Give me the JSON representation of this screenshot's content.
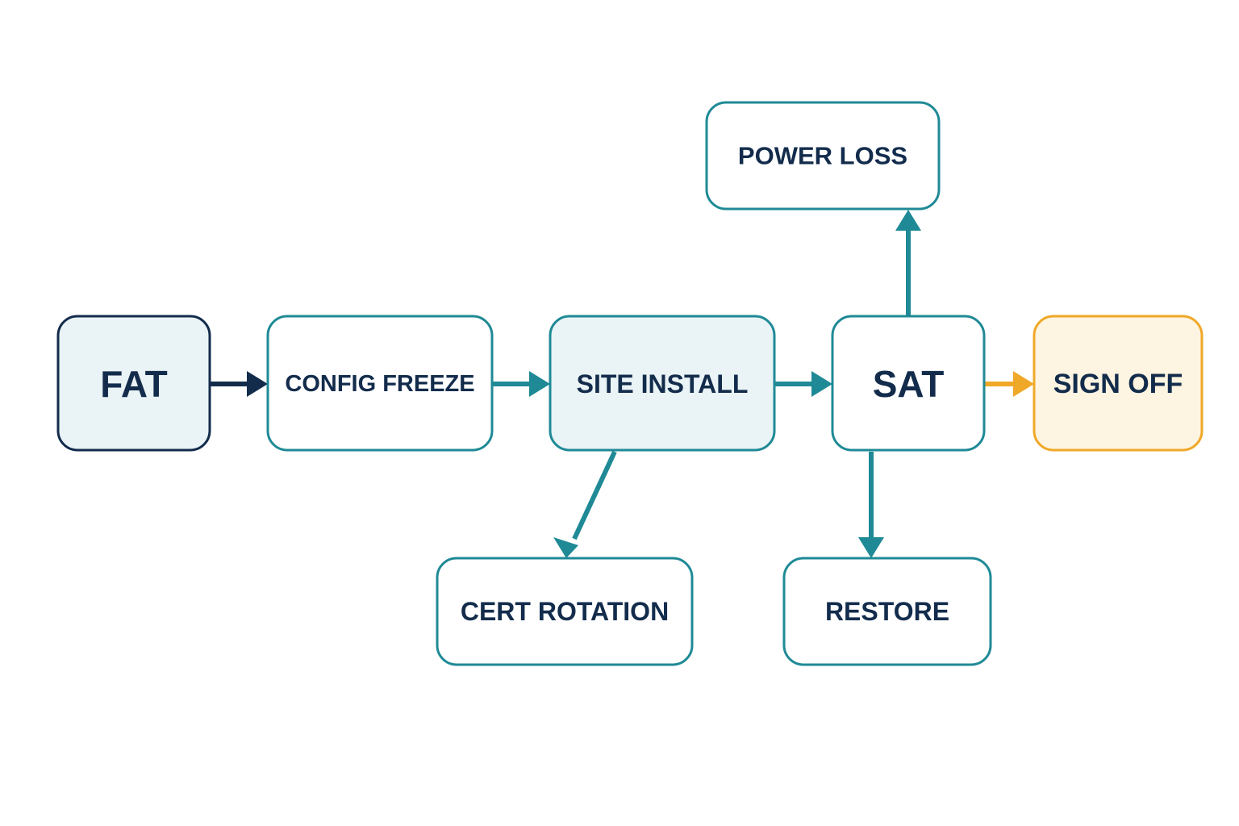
{
  "colors": {
    "navy": "#132c4c",
    "teal": "#1f8a96",
    "amber": "#f0a828",
    "fill_light": "#eaf3f5",
    "fill_white": "#ffffff",
    "fill_amber": "#fdf4e1"
  },
  "nodes": {
    "fat": {
      "label": "FAT"
    },
    "config_freeze": {
      "label": "CONFIG FREEZE"
    },
    "site_install": {
      "label": "SITE INSTALL"
    },
    "sat": {
      "label": "SAT"
    },
    "sign_off": {
      "label": "SIGN OFF"
    },
    "power_loss": {
      "label": "POWER LOSS"
    },
    "cert_rotation": {
      "label": "CERT ROTATION"
    },
    "restore": {
      "label": "RESTORE"
    }
  },
  "edges": [
    {
      "from": "fat",
      "to": "config_freeze"
    },
    {
      "from": "config_freeze",
      "to": "site_install"
    },
    {
      "from": "site_install",
      "to": "sat"
    },
    {
      "from": "sat",
      "to": "sign_off"
    },
    {
      "from": "sat",
      "to": "power_loss"
    },
    {
      "from": "site_install",
      "to": "cert_rotation"
    },
    {
      "from": "sat",
      "to": "restore"
    }
  ]
}
